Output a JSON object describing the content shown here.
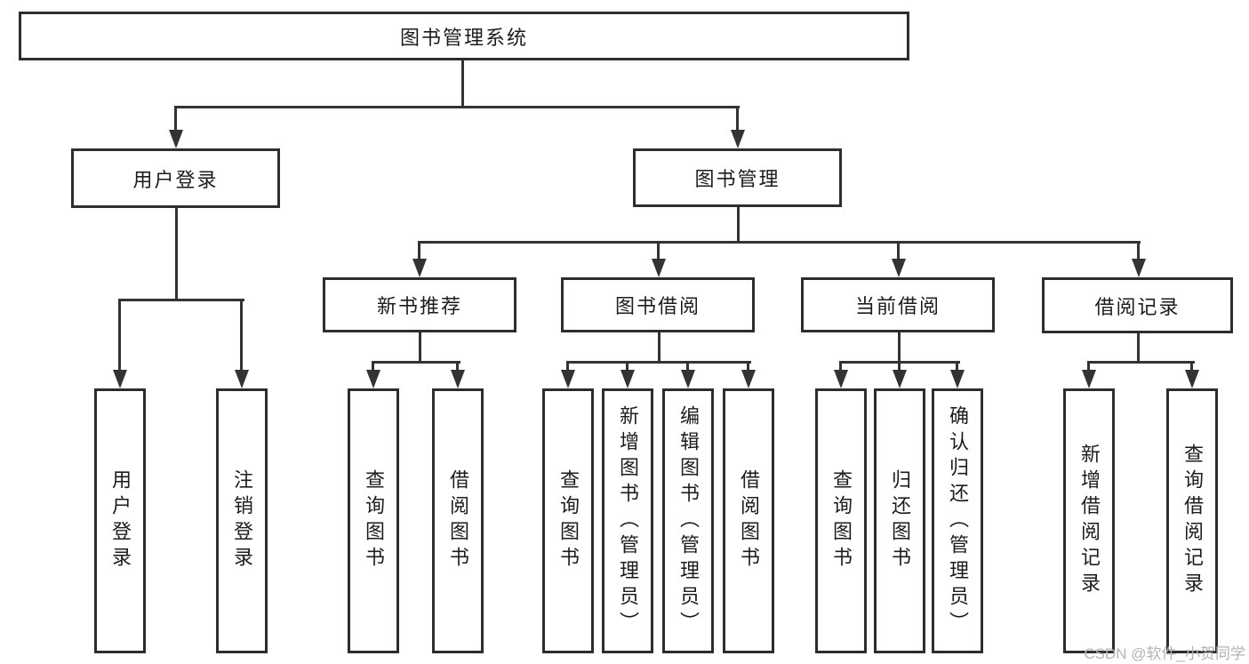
{
  "tree": {
    "label": "图书管理系统",
    "children": [
      {
        "label": "用户登录",
        "children": [
          {
            "label": "用户登录"
          },
          {
            "label": "注销登录"
          }
        ]
      },
      {
        "label": "图书管理",
        "children": [
          {
            "label": "新书推荐",
            "children": [
              {
                "label": "查询图书"
              },
              {
                "label": "借阅图书"
              }
            ]
          },
          {
            "label": "图书借阅",
            "children": [
              {
                "label": "查询图书"
              },
              {
                "label": "新增图书（管理员）"
              },
              {
                "label": "编辑图书（管理员）"
              },
              {
                "label": "借阅图书"
              }
            ]
          },
          {
            "label": "当前借阅",
            "children": [
              {
                "label": "查询图书"
              },
              {
                "label": "归还图书"
              },
              {
                "label": "确认归还（管理员）"
              }
            ]
          },
          {
            "label": "借阅记录",
            "children": [
              {
                "label": "新增借阅记录"
              },
              {
                "label": "查询借阅记录"
              }
            ]
          }
        ]
      }
    ]
  },
  "watermark": "CSDN @软件_小贺同学",
  "colors": {
    "background": "#ffffff",
    "box_border": "#2d2d2d",
    "line": "#333333",
    "text": "#1c1c1c",
    "watermark": "#b3b3b3"
  }
}
